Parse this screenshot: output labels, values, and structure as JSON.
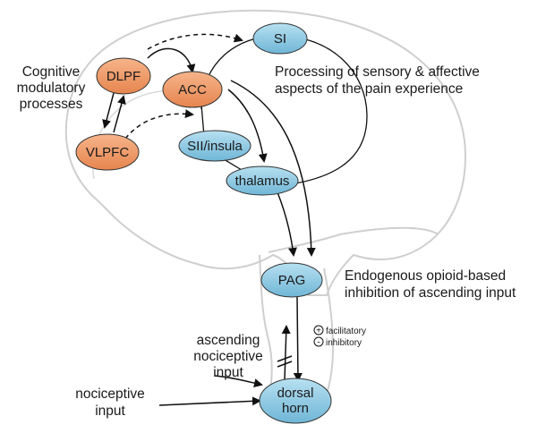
{
  "labels": {
    "cognitive": [
      "Cognitive",
      "modulatory",
      "processes"
    ],
    "processing": [
      "Processing of sensory & affective",
      "aspects of the pain experience"
    ],
    "endogenous": [
      "Endogenous opioid-based",
      "inhibition of ascending input"
    ],
    "ascending": [
      "ascending",
      "nociceptive",
      "input"
    ],
    "nociceptive": [
      "nociceptive",
      "input"
    ]
  },
  "legend": {
    "facilitatory_symbol": "+",
    "facilitatory": "facilitatory",
    "inhibitory_symbol": "-",
    "inhibitory": "inhibitory"
  },
  "nodes": {
    "dlpf": "DLPF",
    "vlpfc": "VLPFC",
    "acc": "ACC",
    "si": "SI",
    "sii_insula": "SII/insula",
    "thalamus": "thalamus",
    "pag": "PAG",
    "dorsal_horn": [
      "dorsal",
      "horn"
    ]
  },
  "colors": {
    "orange_node": "#ee9a66",
    "blue_node": "#8cc7e0",
    "outline": "#2a2a2a",
    "brain_outline": "#c8c8c8"
  }
}
